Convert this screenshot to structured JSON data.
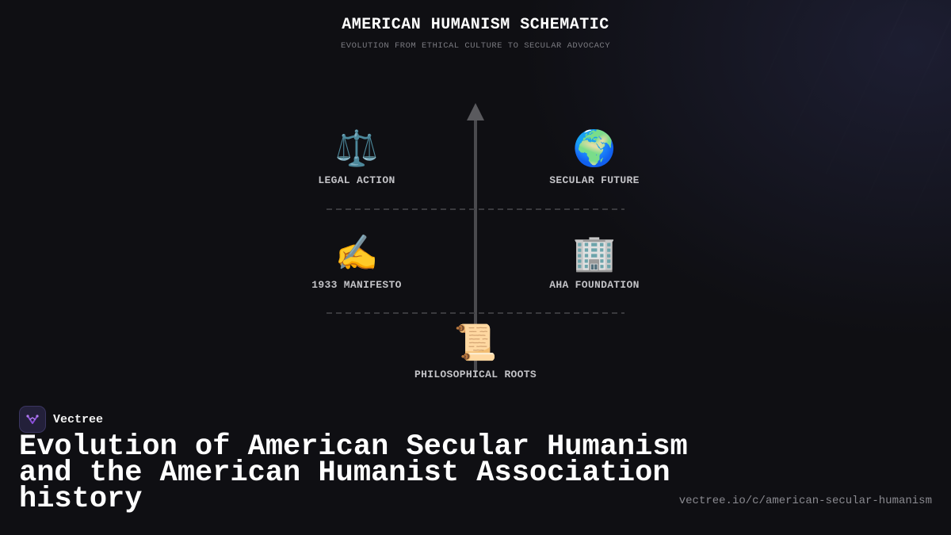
{
  "diagram": {
    "title": "AMERICAN HUMANISM SCHEMATIC",
    "subtitle": "EVOLUTION FROM ETHICAL CULTURE TO SECULAR ADVOCACY",
    "nodes": {
      "legal_action": {
        "icon": "scales-icon",
        "emoji": "⚖️",
        "label": "LEGAL ACTION"
      },
      "secular_future": {
        "icon": "globe-icon",
        "emoji": "🌍",
        "label": "SECULAR FUTURE"
      },
      "manifesto": {
        "icon": "writing-hand-icon",
        "emoji": "✍️",
        "label": "1933 MANIFESTO"
      },
      "aha_foundation": {
        "icon": "office-building-icon",
        "emoji": "🏢",
        "label": "AHA FOUNDATION"
      },
      "philosophical_roots": {
        "icon": "scroll-icon",
        "emoji": "📜",
        "label": "PHILOSOPHICAL ROOTS"
      }
    }
  },
  "footer": {
    "brand_name": "Vectree",
    "brand_icon": "vectree-logo-icon",
    "headline": "Evolution of American Secular Humanism and the American Humanist Association history",
    "url": "vectree.io/c/american-secular-humanism"
  },
  "colors": {
    "background": "#0f0f13",
    "axis": "#4a4a4e",
    "divider": "#3a3a3e",
    "brand_accent": "#8a4fd8"
  }
}
